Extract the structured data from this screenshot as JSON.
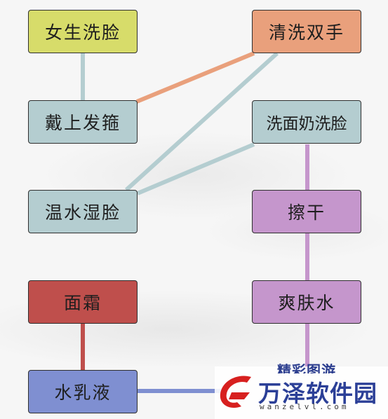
{
  "cards": {
    "female_wash_face": "女生洗脸",
    "wash_hands": "清洗双手",
    "wear_headband": "戴上发箍",
    "cleanser_wash_face": "洗面奶洗脸",
    "warm_water_wet_face": "温水湿脸",
    "wipe_dry": "擦干",
    "face_cream": "面霜",
    "toner": "爽肤水",
    "lotion": "水乳液"
  },
  "colors": {
    "yellow": "#d7dc6a",
    "orange": "#e9a07c",
    "gray_blue": "#b4cdd0",
    "purple": "#c596cc",
    "red": "#bf4f4c",
    "blue": "#7f8fd1",
    "link_gray": "#b4cdd0",
    "link_orange": "#e9a07c",
    "link_purple": "#c596cc",
    "link_red": "#bf4f4c",
    "link_blue": "#7f8fd1"
  },
  "watermark": {
    "partial_text": "精彩图游",
    "title": "万泽软件园",
    "url": "wanzelvl.com"
  }
}
